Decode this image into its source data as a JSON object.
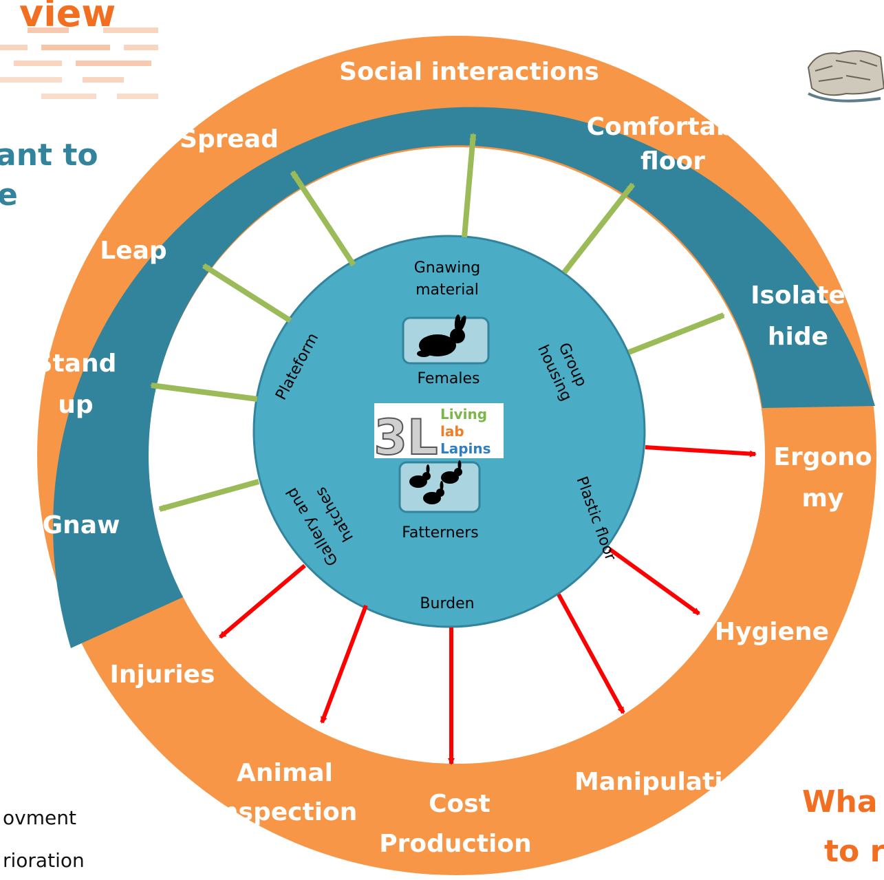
{
  "background": {
    "title_fragment": "view",
    "left_fragment_1": "ant to",
    "left_fragment_2": "e",
    "bottom_fragment_1": "ovment",
    "bottom_fragment_2": "rioration",
    "right_fragment_1": "Wha",
    "right_fragment_2": "to r"
  },
  "colors": {
    "title_orange": "#f26f21",
    "teal_ring": "#31849b",
    "orange_ring": "#f79646",
    "center_disc": "#4bacc6",
    "green_arrow": "#9bbb59",
    "red_arrow": "#ff0000",
    "icon_box": "#a9d4e0"
  },
  "outer_ring": {
    "teal_labels": {
      "social": "Social interactions",
      "spread": "Spread",
      "comfort_1": "Comfortable",
      "comfort_2": "floor",
      "leap": "Leap",
      "isolate_1": "Isolate",
      "isolate_2": "hide",
      "stand_1": "Stand",
      "stand_2": "up",
      "gnaw": "Gnaw"
    },
    "orange_labels": {
      "ergo_1": "Ergono",
      "ergo_2": "my",
      "hygiene": "Hygiene",
      "injuries": "Injuries",
      "manipulation": "Manipulation",
      "animal_1": "Animal",
      "animal_2": "inspection",
      "cost_1": "Cost",
      "cost_2": "Production"
    }
  },
  "center": {
    "gnawing_1": "Gnawing",
    "gnawing_2": "material",
    "plateform": "Plateform",
    "group_1": "Group",
    "group_2": "housing",
    "females": "Females",
    "gallery_1": "Gallery and",
    "gallery_2": "hatches",
    "plastic": "Plastic floor",
    "fatteners": "Fatterners",
    "burden": "Burden",
    "logo_mark": "3L",
    "logo_1": "Living",
    "logo_2": "lab",
    "logo_3": "Lapins"
  }
}
